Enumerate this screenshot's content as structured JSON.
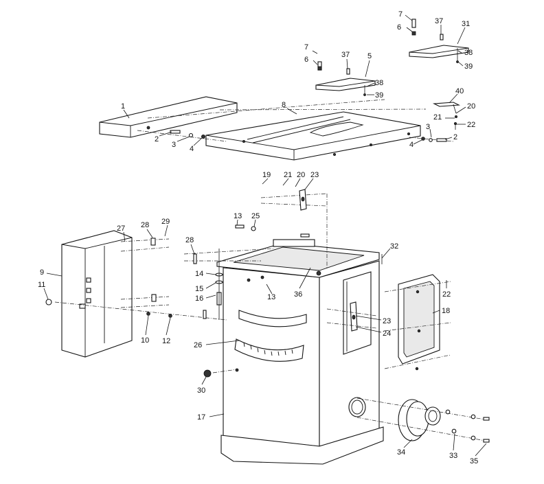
{
  "callouts": [
    {
      "id": "c1",
      "text": "1"
    },
    {
      "id": "c2a",
      "text": "2"
    },
    {
      "id": "c3a",
      "text": "3"
    },
    {
      "id": "c4a",
      "text": "4"
    },
    {
      "id": "c8",
      "text": "8"
    },
    {
      "id": "c7a",
      "text": "7"
    },
    {
      "id": "c6a",
      "text": "6"
    },
    {
      "id": "c37a",
      "text": "37"
    },
    {
      "id": "c5",
      "text": "5"
    },
    {
      "id": "c38a",
      "text": "38"
    },
    {
      "id": "c39a",
      "text": "39"
    },
    {
      "id": "c7b",
      "text": "7"
    },
    {
      "id": "c6b",
      "text": "6"
    },
    {
      "id": "c37b",
      "text": "37"
    },
    {
      "id": "c31",
      "text": "31"
    },
    {
      "id": "c38b",
      "text": "38"
    },
    {
      "id": "c39b",
      "text": "39"
    },
    {
      "id": "c40",
      "text": "40"
    },
    {
      "id": "c20a",
      "text": "20"
    },
    {
      "id": "c21a",
      "text": "21"
    },
    {
      "id": "c22a",
      "text": "22"
    },
    {
      "id": "c3b",
      "text": "3"
    },
    {
      "id": "c2b",
      "text": "2"
    },
    {
      "id": "c4b",
      "text": "4"
    },
    {
      "id": "c19",
      "text": "19"
    },
    {
      "id": "c21b",
      "text": "21"
    },
    {
      "id": "c20b",
      "text": "20"
    },
    {
      "id": "c23a",
      "text": "23"
    },
    {
      "id": "c13a",
      "text": "13"
    },
    {
      "id": "c25",
      "text": "25"
    },
    {
      "id": "c27",
      "text": "27"
    },
    {
      "id": "c28a",
      "text": "28"
    },
    {
      "id": "c29",
      "text": "29"
    },
    {
      "id": "c28b",
      "text": "28"
    },
    {
      "id": "c9",
      "text": "9"
    },
    {
      "id": "c11",
      "text": "11"
    },
    {
      "id": "c10",
      "text": "10"
    },
    {
      "id": "c12",
      "text": "12"
    },
    {
      "id": "c14",
      "text": "14"
    },
    {
      "id": "c15",
      "text": "15"
    },
    {
      "id": "c16",
      "text": "16"
    },
    {
      "id": "c13b",
      "text": "13"
    },
    {
      "id": "c36",
      "text": "36"
    },
    {
      "id": "c32",
      "text": "32"
    },
    {
      "id": "c22b",
      "text": "22"
    },
    {
      "id": "c18",
      "text": "18"
    },
    {
      "id": "c23b",
      "text": "23"
    },
    {
      "id": "c24",
      "text": "24"
    },
    {
      "id": "c26",
      "text": "26"
    },
    {
      "id": "c30",
      "text": "30"
    },
    {
      "id": "c17",
      "text": "17"
    },
    {
      "id": "c34",
      "text": "34"
    },
    {
      "id": "c33",
      "text": "33"
    },
    {
      "id": "c35",
      "text": "35"
    }
  ]
}
